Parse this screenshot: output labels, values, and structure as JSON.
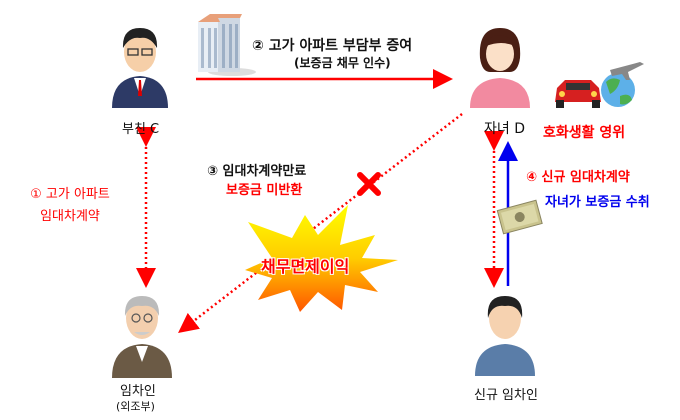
{
  "nodes": {
    "father": {
      "label": "부친 C"
    },
    "child": {
      "label": "자녀 D"
    },
    "landlord": {
      "label": "임차인",
      "sub": "(외조부)"
    },
    "new_tenant": {
      "label": "신규 임차인"
    }
  },
  "steps": {
    "step1": {
      "line1": "① 고가 아파트",
      "line2": "임대차계약"
    },
    "step2": {
      "line1": "② 고가 아파트 부담부 증여",
      "line2": "(보증금 채무 인수)"
    },
    "step3": {
      "line1": "③ 임대차계약만료",
      "line2": "보증금 미반환"
    },
    "step4": {
      "line1": "④ 신규 임대차계약",
      "line2": "자녀가 보증금 수취"
    }
  },
  "luxury": "호화생활 영위",
  "burst": "채무면제이익",
  "colors": {
    "red": "#ff0000",
    "blue": "#0000ee",
    "burst_top": "#ffff00",
    "burst_bottom": "#ff5500"
  }
}
